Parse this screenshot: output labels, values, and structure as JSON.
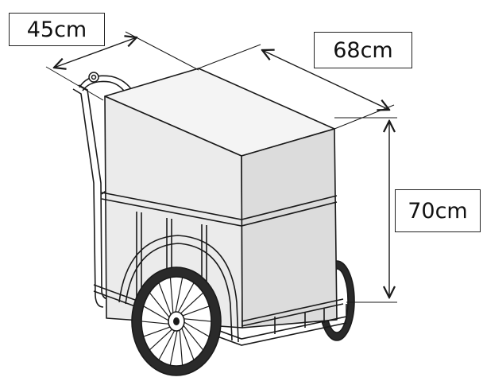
{
  "dimensions": {
    "width": "45cm",
    "depth": "68cm",
    "height": "70cm"
  },
  "colors": {
    "line": "#1a1a1a",
    "box_front": "#ebebeb",
    "box_top": "#f4f4f4",
    "box_side": "#dcdcdc",
    "tire": "#2a2a2a"
  }
}
